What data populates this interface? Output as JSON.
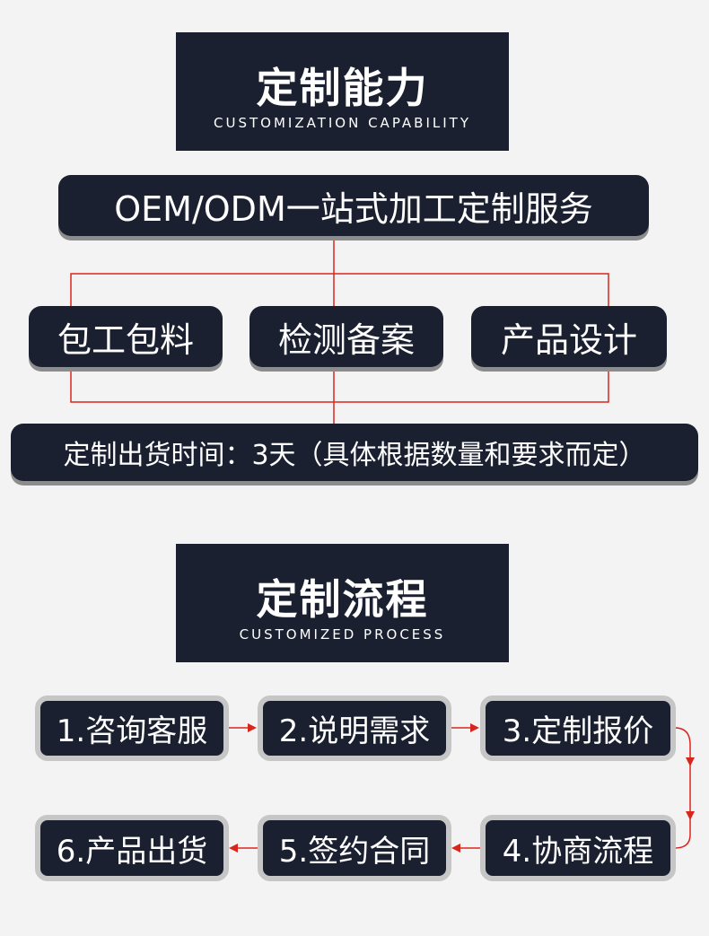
{
  "capability": {
    "title_cn": "定制能力",
    "title_en": "CUSTOMIZATION CAPABILITY",
    "service": "OEM/ODM一站式加工定制服务",
    "options": [
      "包工包料",
      "检测备案",
      "产品设计"
    ],
    "delivery": "定制出货时间：3天（具体根据数量和要求而定）"
  },
  "process": {
    "title_cn": "定制流程",
    "title_en": "CUSTOMIZED PROCESS",
    "steps": [
      "1.咨询客服",
      "2.说明需求",
      "3.定制报价",
      "4.协商流程",
      "5.签约合同",
      "6.产品出货"
    ]
  },
  "colors": {
    "dark": "#1b2030",
    "connector": "#d9261c",
    "background": "#f3f3f3"
  }
}
